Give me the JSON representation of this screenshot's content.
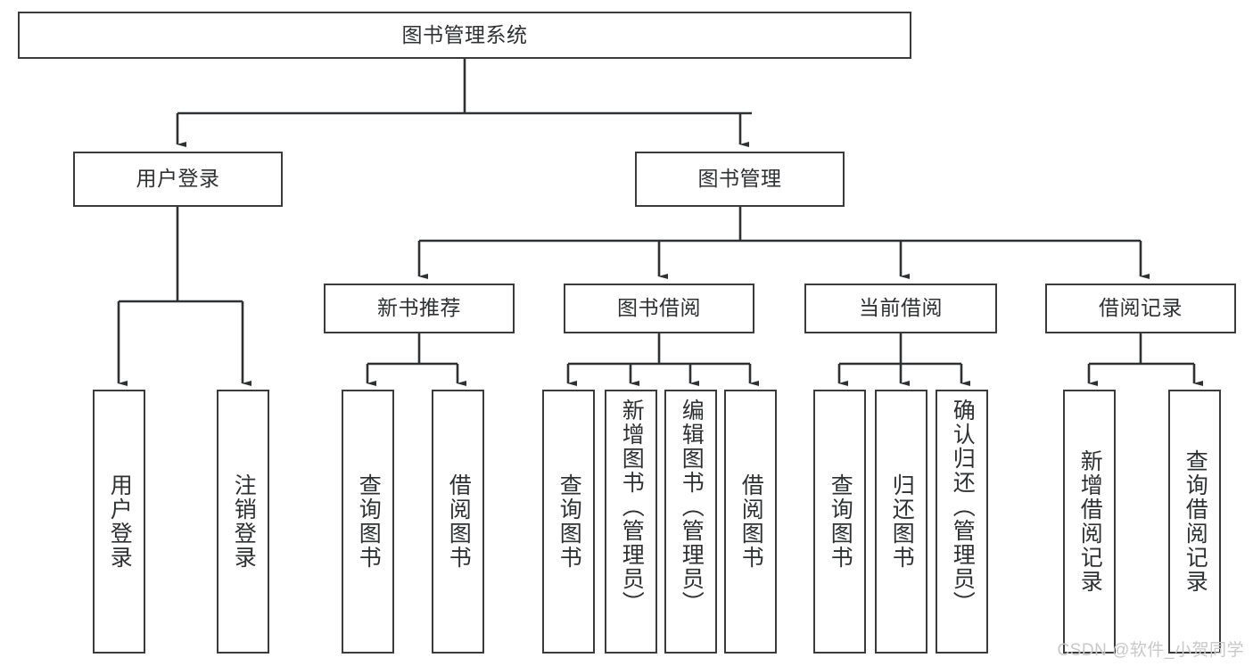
{
  "diagram": {
    "title": "图书管理系统",
    "type": "tree-hierarchy-chart",
    "root": {
      "label": "图书管理系统"
    },
    "level2": [
      {
        "label": "用户登录"
      },
      {
        "label": "图书管理"
      }
    ],
    "level3": [
      {
        "label": "新书推荐"
      },
      {
        "label": "图书借阅"
      },
      {
        "label": "当前借阅"
      },
      {
        "label": "借阅记录"
      }
    ],
    "leaves": {
      "user_login": [
        {
          "label": "用户登录"
        },
        {
          "label": "注销登录"
        }
      ],
      "new_book_recommend": [
        {
          "label": "查询图书"
        },
        {
          "label": "借阅图书"
        }
      ],
      "book_borrow": [
        {
          "label": "查询图书"
        },
        {
          "label": "新增图书（管理员）"
        },
        {
          "label": "编辑图书（管理员）"
        },
        {
          "label": "借阅图书"
        }
      ],
      "current_borrow": [
        {
          "label": "查询图书"
        },
        {
          "label": "归还图书"
        },
        {
          "label": "确认归还（管理员）"
        }
      ],
      "borrow_record": [
        {
          "label": "新增借阅记录"
        },
        {
          "label": "查询借阅记录"
        }
      ]
    }
  },
  "watermark": {
    "text": "CSDN @软件_小贺同学"
  },
  "colors": {
    "border": "#3b3b3b",
    "text": "#2f3032",
    "background": "#ffffff",
    "watermark": "#c8c8c8"
  }
}
